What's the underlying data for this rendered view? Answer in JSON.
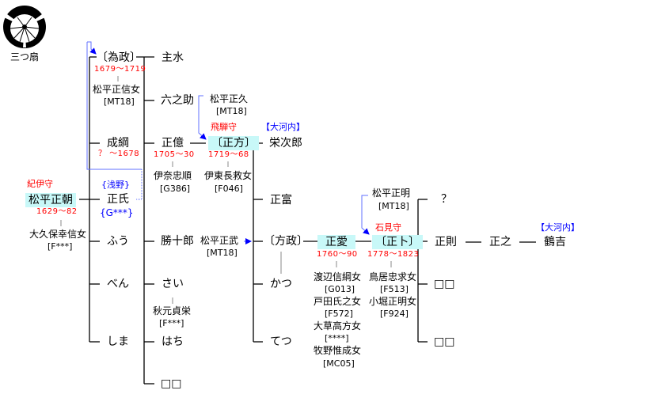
{
  "crest": {
    "label": "三つ扇",
    "icon": "mitsu-ougi-crest-icon"
  },
  "colors": {
    "highlight": "#c8f8f8",
    "date": "#ff0000",
    "title": "#ff0000",
    "family": "#0000ff"
  },
  "root": {
    "title": "紀伊守",
    "name": "松平正朝",
    "dates": "1629～82",
    "spouse": "大久保幸信女",
    "spouse_code": "[F***]"
  },
  "gen2": {
    "tamemasa": {
      "name": "〔為政〕",
      "dates": "1679～1719",
      "spouse": "松平正信女",
      "spouse_code": "[MT18]"
    },
    "naritsuna": {
      "name": "成綱",
      "dates": "？ ～1678"
    },
    "masauji": {
      "family_top": "{浅野}",
      "name": "正氏",
      "family_bottom": "{G***}"
    },
    "fuu": {
      "name": "ふう"
    },
    "ben": {
      "name": "べん"
    },
    "shima": {
      "name": "しま"
    }
  },
  "gen3": {
    "mondo": {
      "name": "主水"
    },
    "rokunosuke": {
      "name": "六之助"
    },
    "masayasu": {
      "name": "正億",
      "dates": "1705～30",
      "spouse": "伊奈忠順",
      "spouse_code": "[G386]"
    },
    "katsujuro": {
      "name": "勝十郎"
    },
    "sai": {
      "name": "さい",
      "spouse": "秋元貞栄",
      "spouse_code": "[F***]"
    },
    "hachi": {
      "name": "はち"
    },
    "unknown": {
      "name": "□□"
    }
  },
  "adopt1": {
    "name": "松平正久",
    "code": "[MT18]"
  },
  "masakata": {
    "title": "飛騨守",
    "name": "〔正方〕",
    "dates": "1719～68",
    "spouse": "伊東長救女",
    "spouse_code": "[F046]"
  },
  "adopt2": {
    "name": "松平正武",
    "code": "[MT18]"
  },
  "gen4": {
    "eijiro": {
      "family": "【大河内】",
      "name": "栄次郎"
    },
    "masatomi": {
      "name": "正富"
    },
    "katamasa": {
      "name": "〔方政〕"
    },
    "katsu": {
      "name": "かつ"
    },
    "tetsu": {
      "name": "てつ"
    }
  },
  "masachika": {
    "name": "正愛",
    "dates": "1760～90",
    "spouses": [
      {
        "name": "渡辺信綱女",
        "code": "[G013]"
      },
      {
        "name": "戸田氏之女",
        "code": "[F572]"
      },
      {
        "name": "大草高方女",
        "code": "[****]"
      },
      {
        "name": "牧野惟成女",
        "code": "[MC05]"
      }
    ]
  },
  "adopt3": {
    "name": "松平正明",
    "code": "[MT18]"
  },
  "masaura": {
    "title": "石見守",
    "name": "〔正卜〕",
    "dates": "1778～1823",
    "spouses": [
      {
        "name": "鳥居忠求女",
        "code": "[F513]"
      },
      {
        "name": "小堀正明女",
        "code": "[F924]"
      }
    ]
  },
  "gen6": {
    "q": {
      "name": "？"
    },
    "masanori": {
      "name": "正則"
    },
    "u1": {
      "name": "□□"
    },
    "u2": {
      "name": "□□"
    }
  },
  "masayuki": {
    "name": "正之"
  },
  "tsurukichi": {
    "family": "【大河内】",
    "name": "鶴吉"
  }
}
